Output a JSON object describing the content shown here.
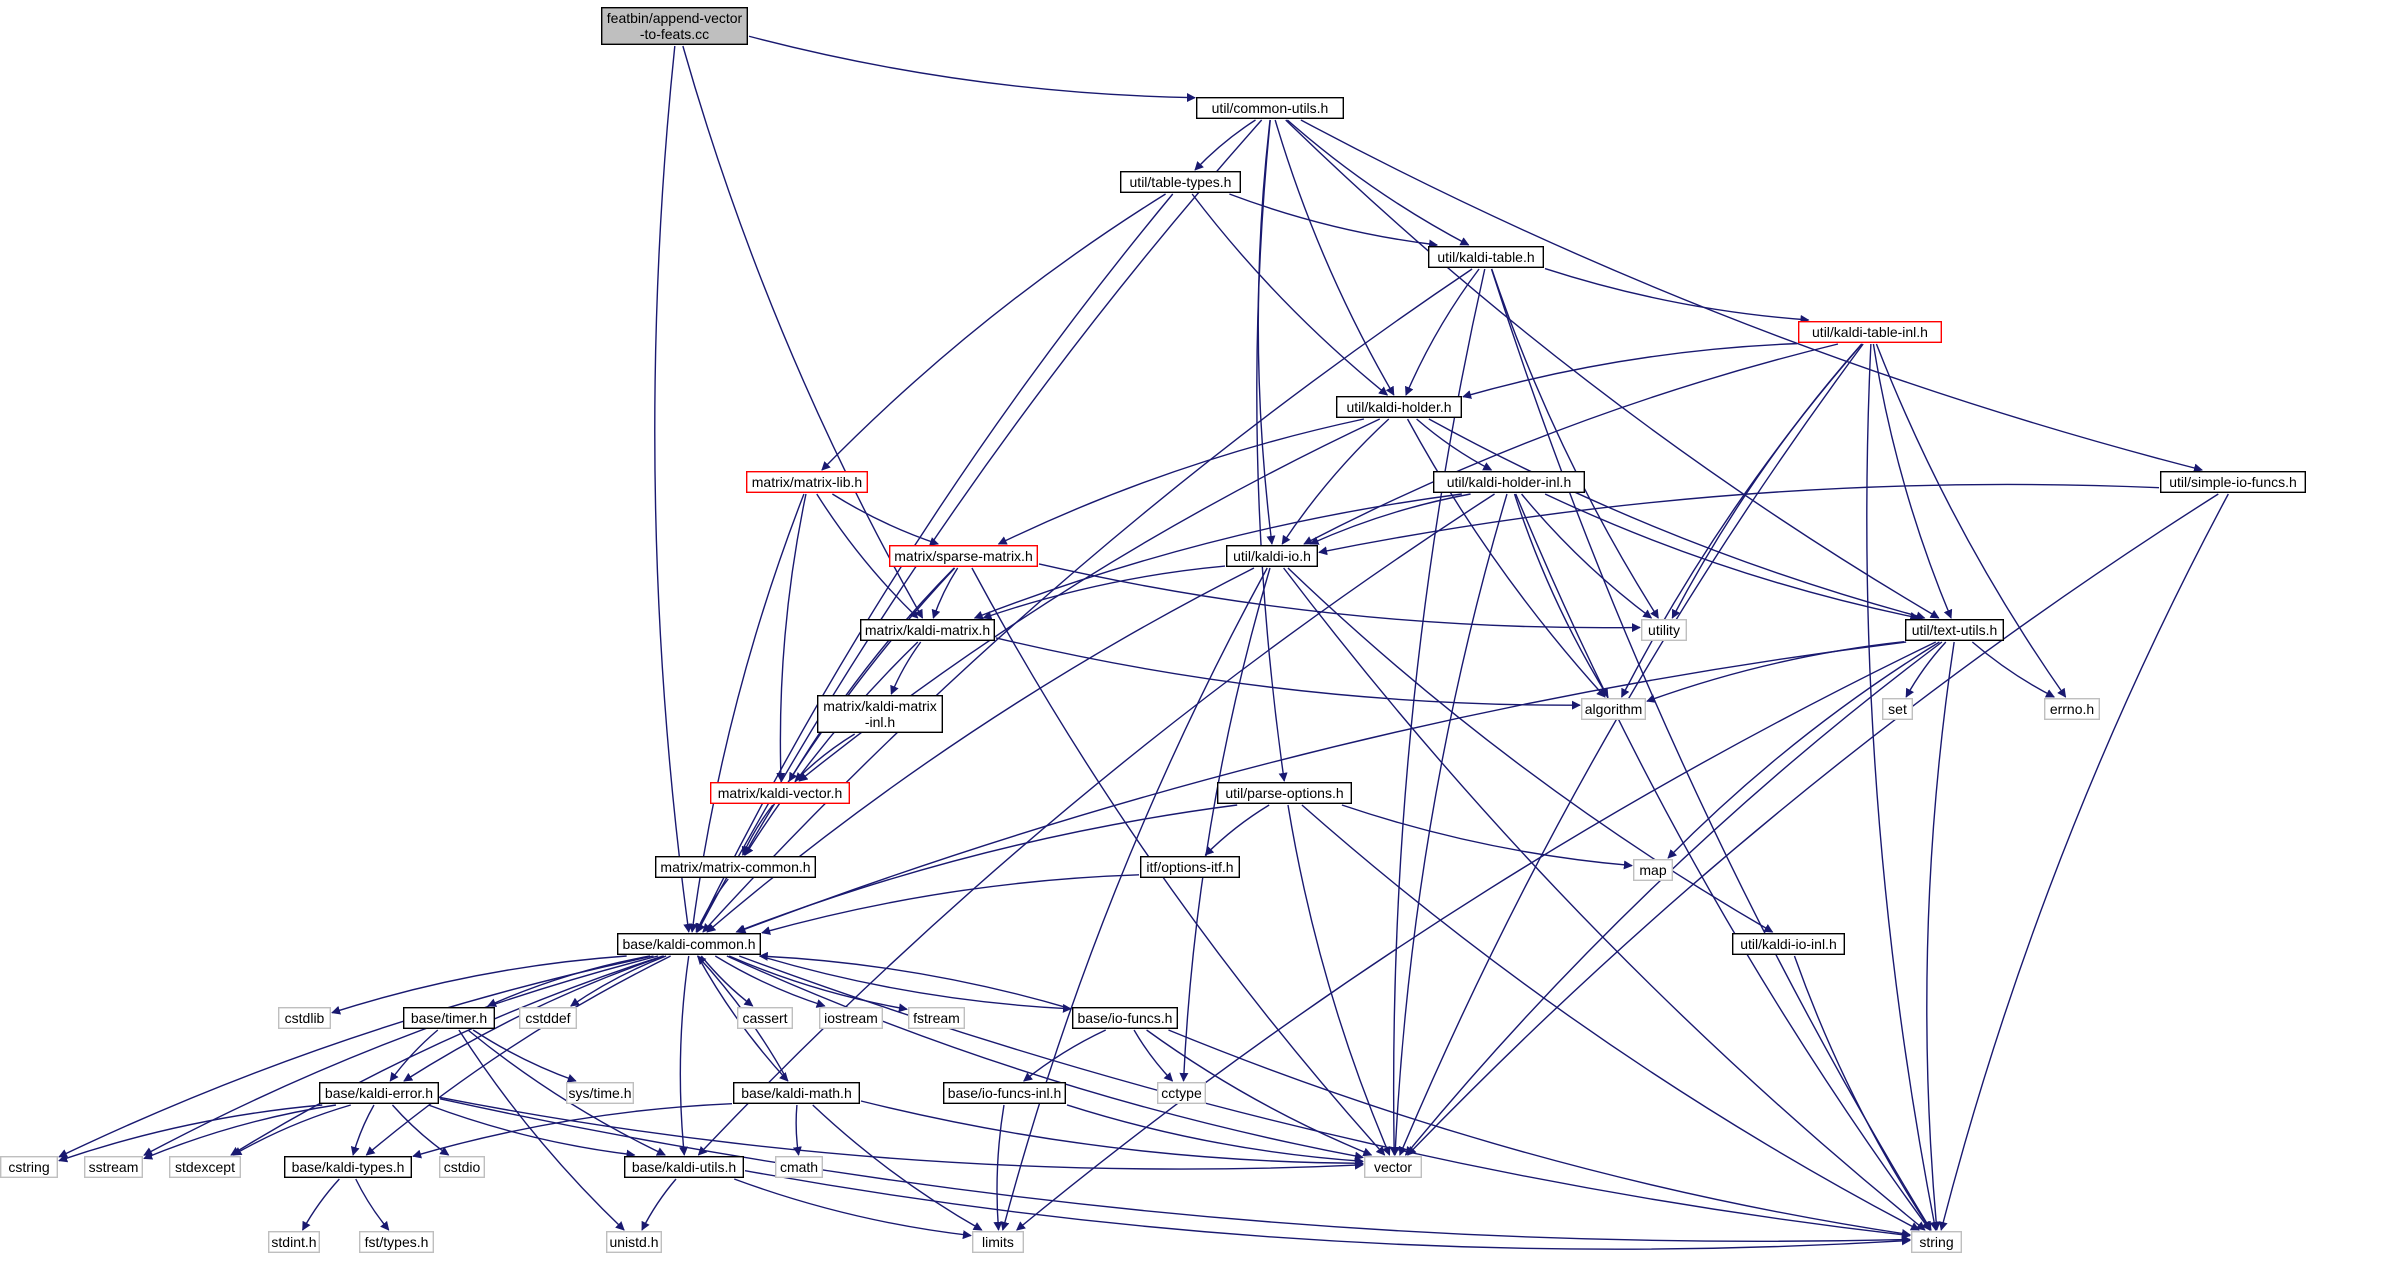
{
  "colors": {
    "edge": "#191970",
    "root_fill": "#bfbfbf",
    "normal_border": "#000000",
    "incomplete_border": "#ff0000",
    "system_border": "#bfbfbf",
    "text": "#000000",
    "system_text": "#000000"
  },
  "nodes": [
    {
      "id": "root",
      "lines": [
        "featbin/append-vector",
        "-to-feats.cc"
      ],
      "style": "root"
    },
    {
      "id": "common_utils",
      "lines": [
        "util/common-utils.h"
      ],
      "style": "normal"
    },
    {
      "id": "table_types",
      "lines": [
        "util/table-types.h"
      ],
      "style": "normal"
    },
    {
      "id": "kaldi_table",
      "lines": [
        "util/kaldi-table.h"
      ],
      "style": "normal"
    },
    {
      "id": "kaldi_table_inl",
      "lines": [
        "util/kaldi-table-inl.h"
      ],
      "style": "incomplete"
    },
    {
      "id": "kaldi_holder",
      "lines": [
        "util/kaldi-holder.h"
      ],
      "style": "normal"
    },
    {
      "id": "matrix_lib",
      "lines": [
        "matrix/matrix-lib.h"
      ],
      "style": "incomplete"
    },
    {
      "id": "kaldi_holder_inl",
      "lines": [
        "util/kaldi-holder-inl.h"
      ],
      "style": "normal"
    },
    {
      "id": "simple_io_funcs",
      "lines": [
        "util/simple-io-funcs.h"
      ],
      "style": "normal"
    },
    {
      "id": "sparse_matrix",
      "lines": [
        "matrix/sparse-matrix.h"
      ],
      "style": "incomplete"
    },
    {
      "id": "kaldi_io",
      "lines": [
        "util/kaldi-io.h"
      ],
      "style": "normal"
    },
    {
      "id": "utility",
      "lines": [
        "utility"
      ],
      "style": "system"
    },
    {
      "id": "kaldi_matrix",
      "lines": [
        "matrix/kaldi-matrix.h"
      ],
      "style": "normal"
    },
    {
      "id": "text_utils",
      "lines": [
        "util/text-utils.h"
      ],
      "style": "normal"
    },
    {
      "id": "algorithm",
      "lines": [
        "algorithm"
      ],
      "style": "system"
    },
    {
      "id": "set",
      "lines": [
        "set"
      ],
      "style": "system"
    },
    {
      "id": "errno",
      "lines": [
        "errno.h"
      ],
      "style": "system"
    },
    {
      "id": "kaldi_matrix_inl",
      "lines": [
        "matrix/kaldi-matrix",
        "-inl.h"
      ],
      "style": "normal"
    },
    {
      "id": "kaldi_vector",
      "lines": [
        "matrix/kaldi-vector.h"
      ],
      "style": "incomplete"
    },
    {
      "id": "parse_options",
      "lines": [
        "util/parse-options.h"
      ],
      "style": "normal"
    },
    {
      "id": "matrix_common",
      "lines": [
        "matrix/matrix-common.h"
      ],
      "style": "normal"
    },
    {
      "id": "options_itf",
      "lines": [
        "itf/options-itf.h"
      ],
      "style": "normal"
    },
    {
      "id": "map",
      "lines": [
        "map"
      ],
      "style": "system"
    },
    {
      "id": "kaldi_common",
      "lines": [
        "base/kaldi-common.h"
      ],
      "style": "normal"
    },
    {
      "id": "kaldi_io_inl",
      "lines": [
        "util/kaldi-io-inl.h"
      ],
      "style": "normal"
    },
    {
      "id": "cstdlib",
      "lines": [
        "cstdlib"
      ],
      "style": "system"
    },
    {
      "id": "timer",
      "lines": [
        "base/timer.h"
      ],
      "style": "normal"
    },
    {
      "id": "cstddef",
      "lines": [
        "cstddef"
      ],
      "style": "system"
    },
    {
      "id": "cassert",
      "lines": [
        "cassert"
      ],
      "style": "system"
    },
    {
      "id": "iostream",
      "lines": [
        "iostream"
      ],
      "style": "system"
    },
    {
      "id": "fstream",
      "lines": [
        "fstream"
      ],
      "style": "system"
    },
    {
      "id": "io_funcs",
      "lines": [
        "base/io-funcs.h"
      ],
      "style": "normal"
    },
    {
      "id": "kaldi_error",
      "lines": [
        "base/kaldi-error.h"
      ],
      "style": "normal"
    },
    {
      "id": "systime",
      "lines": [
        "sys/time.h"
      ],
      "style": "system"
    },
    {
      "id": "kaldi_math",
      "lines": [
        "base/kaldi-math.h"
      ],
      "style": "normal"
    },
    {
      "id": "io_funcs_inl",
      "lines": [
        "base/io-funcs-inl.h"
      ],
      "style": "normal"
    },
    {
      "id": "cctype",
      "lines": [
        "cctype"
      ],
      "style": "system"
    },
    {
      "id": "cstring",
      "lines": [
        "cstring"
      ],
      "style": "system"
    },
    {
      "id": "sstream",
      "lines": [
        "sstream"
      ],
      "style": "system"
    },
    {
      "id": "stdexcept",
      "lines": [
        "stdexcept"
      ],
      "style": "system"
    },
    {
      "id": "kaldi_types",
      "lines": [
        "base/kaldi-types.h"
      ],
      "style": "normal"
    },
    {
      "id": "cstdio",
      "lines": [
        "cstdio"
      ],
      "style": "system"
    },
    {
      "id": "cmath",
      "lines": [
        "cmath"
      ],
      "style": "system"
    },
    {
      "id": "kaldi_utils",
      "lines": [
        "base/kaldi-utils.h"
      ],
      "style": "normal"
    },
    {
      "id": "vector",
      "lines": [
        "vector"
      ],
      "style": "system"
    },
    {
      "id": "stdint",
      "lines": [
        "stdint.h"
      ],
      "style": "system"
    },
    {
      "id": "fst_types",
      "lines": [
        "fst/types.h"
      ],
      "style": "system"
    },
    {
      "id": "unistd",
      "lines": [
        "unistd.h"
      ],
      "style": "system"
    },
    {
      "id": "limits",
      "lines": [
        "limits"
      ],
      "style": "system"
    },
    {
      "id": "string",
      "lines": [
        "string"
      ],
      "style": "system"
    }
  ],
  "edges": [
    [
      "root",
      "common_utils"
    ],
    [
      "root",
      "kaldi_matrix"
    ],
    [
      "root",
      "kaldi_common"
    ],
    [
      "common_utils",
      "table_types"
    ],
    [
      "common_utils",
      "kaldi_table"
    ],
    [
      "common_utils",
      "kaldi_holder"
    ],
    [
      "common_utils",
      "kaldi_io"
    ],
    [
      "common_utils",
      "parse_options"
    ],
    [
      "common_utils",
      "text_utils"
    ],
    [
      "common_utils",
      "simple_io_funcs"
    ],
    [
      "common_utils",
      "kaldi_common"
    ],
    [
      "table_types",
      "kaldi_table"
    ],
    [
      "table_types",
      "kaldi_holder"
    ],
    [
      "table_types",
      "matrix_lib"
    ],
    [
      "table_types",
      "kaldi_common"
    ],
    [
      "kaldi_table",
      "kaldi_table_inl"
    ],
    [
      "kaldi_table",
      "kaldi_holder"
    ],
    [
      "kaldi_table",
      "utility"
    ],
    [
      "kaldi_table",
      "vector"
    ],
    [
      "kaldi_table",
      "string"
    ],
    [
      "kaldi_table",
      "kaldi_common"
    ],
    [
      "kaldi_table_inl",
      "kaldi_holder"
    ],
    [
      "kaldi_table_inl",
      "kaldi_io"
    ],
    [
      "kaldi_table_inl",
      "text_utils"
    ],
    [
      "kaldi_table_inl",
      "utility"
    ],
    [
      "kaldi_table_inl",
      "algorithm"
    ],
    [
      "kaldi_table_inl",
      "errno"
    ],
    [
      "kaldi_table_inl",
      "vector"
    ],
    [
      "kaldi_table_inl",
      "string"
    ],
    [
      "kaldi_holder",
      "kaldi_holder_inl"
    ],
    [
      "kaldi_holder",
      "kaldi_io"
    ],
    [
      "kaldi_holder",
      "sparse_matrix"
    ],
    [
      "kaldi_holder",
      "kaldi_vector"
    ],
    [
      "kaldi_holder",
      "text_utils"
    ],
    [
      "kaldi_holder",
      "algorithm"
    ],
    [
      "kaldi_holder_inl",
      "kaldi_io"
    ],
    [
      "kaldi_holder_inl",
      "kaldi_matrix"
    ],
    [
      "kaldi_holder_inl",
      "text_utils"
    ],
    [
      "kaldi_holder_inl",
      "utility"
    ],
    [
      "kaldi_holder_inl",
      "algorithm"
    ],
    [
      "kaldi_holder_inl",
      "vector"
    ],
    [
      "kaldi_holder_inl",
      "string"
    ],
    [
      "kaldi_holder_inl",
      "kaldi_utils"
    ],
    [
      "matrix_lib",
      "sparse_matrix"
    ],
    [
      "matrix_lib",
      "kaldi_matrix"
    ],
    [
      "matrix_lib",
      "kaldi_vector"
    ],
    [
      "matrix_lib",
      "kaldi_common"
    ],
    [
      "simple_io_funcs",
      "kaldi_io"
    ],
    [
      "simple_io_funcs",
      "vector"
    ],
    [
      "simple_io_funcs",
      "string"
    ],
    [
      "sparse_matrix",
      "kaldi_matrix"
    ],
    [
      "sparse_matrix",
      "kaldi_vector"
    ],
    [
      "sparse_matrix",
      "matrix_common"
    ],
    [
      "sparse_matrix",
      "utility"
    ],
    [
      "sparse_matrix",
      "vector"
    ],
    [
      "kaldi_io",
      "kaldi_matrix"
    ],
    [
      "kaldi_io",
      "kaldi_common"
    ],
    [
      "kaldi_io",
      "kaldi_io_inl"
    ],
    [
      "kaldi_io",
      "cctype"
    ],
    [
      "kaldi_io",
      "limits"
    ],
    [
      "kaldi_io",
      "string"
    ],
    [
      "kaldi_matrix",
      "kaldi_matrix_inl"
    ],
    [
      "kaldi_matrix",
      "matrix_common"
    ],
    [
      "kaldi_matrix",
      "algorithm"
    ],
    [
      "kaldi_matrix_inl",
      "kaldi_vector"
    ],
    [
      "kaldi_vector",
      "matrix_common"
    ],
    [
      "text_utils",
      "algorithm"
    ],
    [
      "text_utils",
      "set"
    ],
    [
      "text_utils",
      "errno"
    ],
    [
      "text_utils",
      "map"
    ],
    [
      "text_utils",
      "vector"
    ],
    [
      "text_utils",
      "string"
    ],
    [
      "text_utils",
      "limits"
    ],
    [
      "text_utils",
      "kaldi_common"
    ],
    [
      "parse_options",
      "options_itf"
    ],
    [
      "parse_options",
      "map"
    ],
    [
      "parse_options",
      "vector"
    ],
    [
      "parse_options",
      "string"
    ],
    [
      "parse_options",
      "kaldi_common"
    ],
    [
      "options_itf",
      "kaldi_common"
    ],
    [
      "matrix_common",
      "kaldi_common"
    ],
    [
      "kaldi_io_inl",
      "string"
    ],
    [
      "kaldi_common",
      "cstdlib"
    ],
    [
      "kaldi_common",
      "timer"
    ],
    [
      "kaldi_common",
      "cstddef"
    ],
    [
      "kaldi_common",
      "cassert"
    ],
    [
      "kaldi_common",
      "iostream"
    ],
    [
      "kaldi_common",
      "fstream"
    ],
    [
      "kaldi_common",
      "io_funcs"
    ],
    [
      "kaldi_common",
      "kaldi_error"
    ],
    [
      "kaldi_common",
      "kaldi_math"
    ],
    [
      "kaldi_common",
      "cstring"
    ],
    [
      "kaldi_common",
      "sstream"
    ],
    [
      "kaldi_common",
      "stdexcept"
    ],
    [
      "kaldi_common",
      "kaldi_types"
    ],
    [
      "kaldi_common",
      "kaldi_utils"
    ],
    [
      "kaldi_common",
      "vector"
    ],
    [
      "kaldi_common",
      "string"
    ],
    [
      "timer",
      "kaldi_error"
    ],
    [
      "timer",
      "systime"
    ],
    [
      "timer",
      "unistd"
    ],
    [
      "timer",
      "kaldi_utils"
    ],
    [
      "io_funcs",
      "kaldi_common"
    ],
    [
      "io_funcs",
      "io_funcs_inl"
    ],
    [
      "io_funcs",
      "cctype"
    ],
    [
      "io_funcs",
      "vector"
    ],
    [
      "io_funcs",
      "string"
    ],
    [
      "io_funcs_inl",
      "vector"
    ],
    [
      "io_funcs_inl",
      "limits"
    ],
    [
      "kaldi_error",
      "cstring"
    ],
    [
      "kaldi_error",
      "sstream"
    ],
    [
      "kaldi_error",
      "stdexcept"
    ],
    [
      "kaldi_error",
      "kaldi_types"
    ],
    [
      "kaldi_error",
      "cstdio"
    ],
    [
      "kaldi_error",
      "kaldi_utils"
    ],
    [
      "kaldi_error",
      "vector"
    ],
    [
      "kaldi_error",
      "string"
    ],
    [
      "kaldi_math",
      "kaldi_common"
    ],
    [
      "kaldi_math",
      "kaldi_types"
    ],
    [
      "kaldi_math",
      "cmath"
    ],
    [
      "kaldi_math",
      "limits"
    ],
    [
      "kaldi_math",
      "vector"
    ],
    [
      "kaldi_types",
      "stdint"
    ],
    [
      "kaldi_types",
      "fst_types"
    ],
    [
      "kaldi_utils",
      "unistd"
    ],
    [
      "kaldi_utils",
      "limits"
    ],
    [
      "kaldi_utils",
      "string"
    ]
  ]
}
